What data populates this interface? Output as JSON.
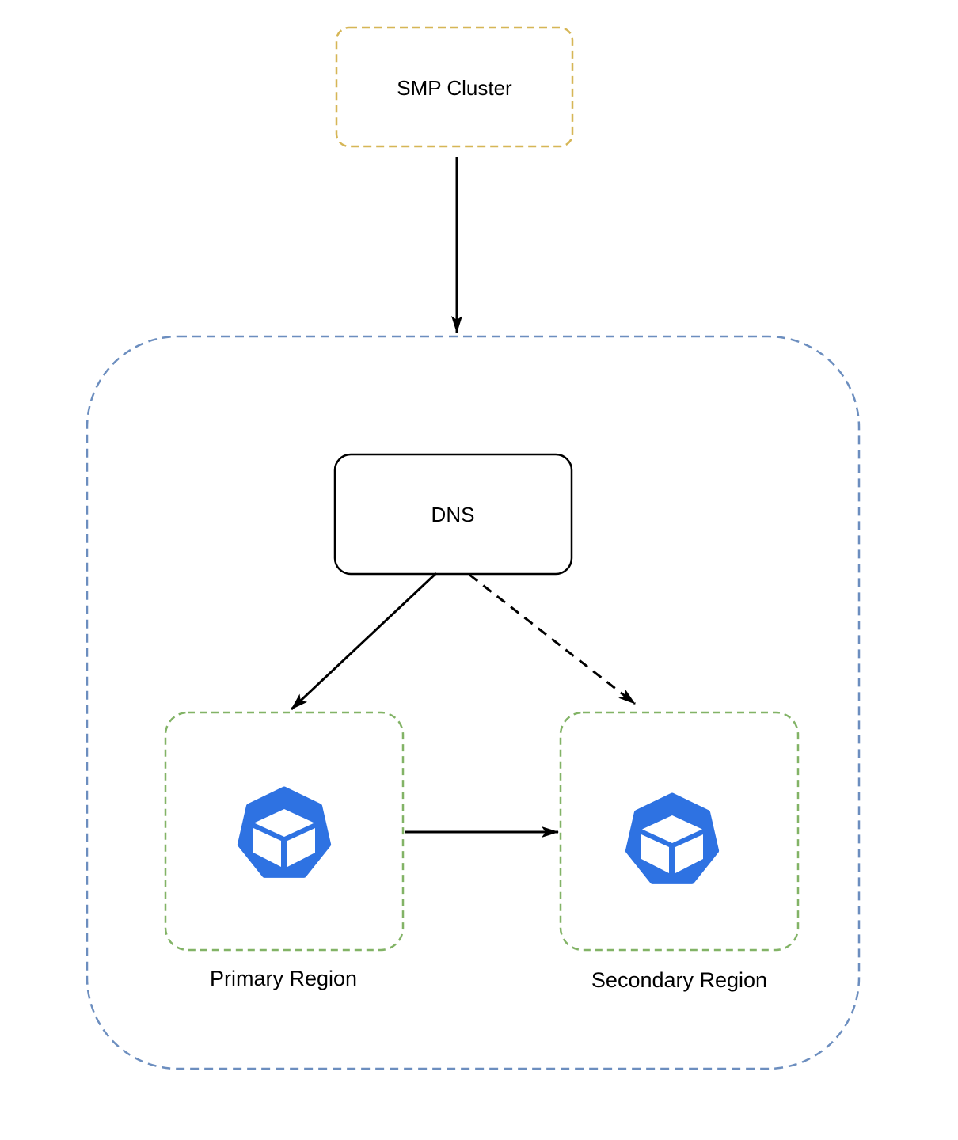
{
  "diagram": {
    "type": "architecture-flow",
    "nodes": {
      "smp_cluster": {
        "label": "SMP Cluster",
        "border_style": "dashed",
        "border_color": "#D6B656"
      },
      "dns_container": {
        "label": "",
        "border_style": "dashed",
        "border_color": "#6C8EBF"
      },
      "dns": {
        "label": "DNS",
        "border_style": "solid",
        "border_color": "#000000"
      },
      "primary_region": {
        "label": "Primary Region",
        "border_style": "dashed",
        "border_color": "#82B366",
        "icon": "kubernetes-cluster-icon"
      },
      "secondary_region": {
        "label": "Secondary Region",
        "border_style": "dashed",
        "border_color": "#82B366",
        "icon": "kubernetes-cluster-icon"
      }
    },
    "edges": [
      {
        "from": "smp_cluster",
        "to": "dns_container",
        "style": "solid",
        "arrow": "end"
      },
      {
        "from": "dns",
        "to": "primary_region",
        "style": "solid",
        "arrow": "end"
      },
      {
        "from": "dns",
        "to": "secondary_region",
        "style": "dashed",
        "arrow": "end"
      },
      {
        "from": "primary_region",
        "to": "secondary_region",
        "style": "solid",
        "arrow": "end"
      }
    ],
    "colors": {
      "smp_border": "#D6B656",
      "container_border": "#6C8EBF",
      "region_border": "#82B366",
      "dns_border": "#000000",
      "arrow": "#000000",
      "icon_blue": "#2E72E2",
      "text": "#000000",
      "background": "#FFFFFF"
    }
  }
}
